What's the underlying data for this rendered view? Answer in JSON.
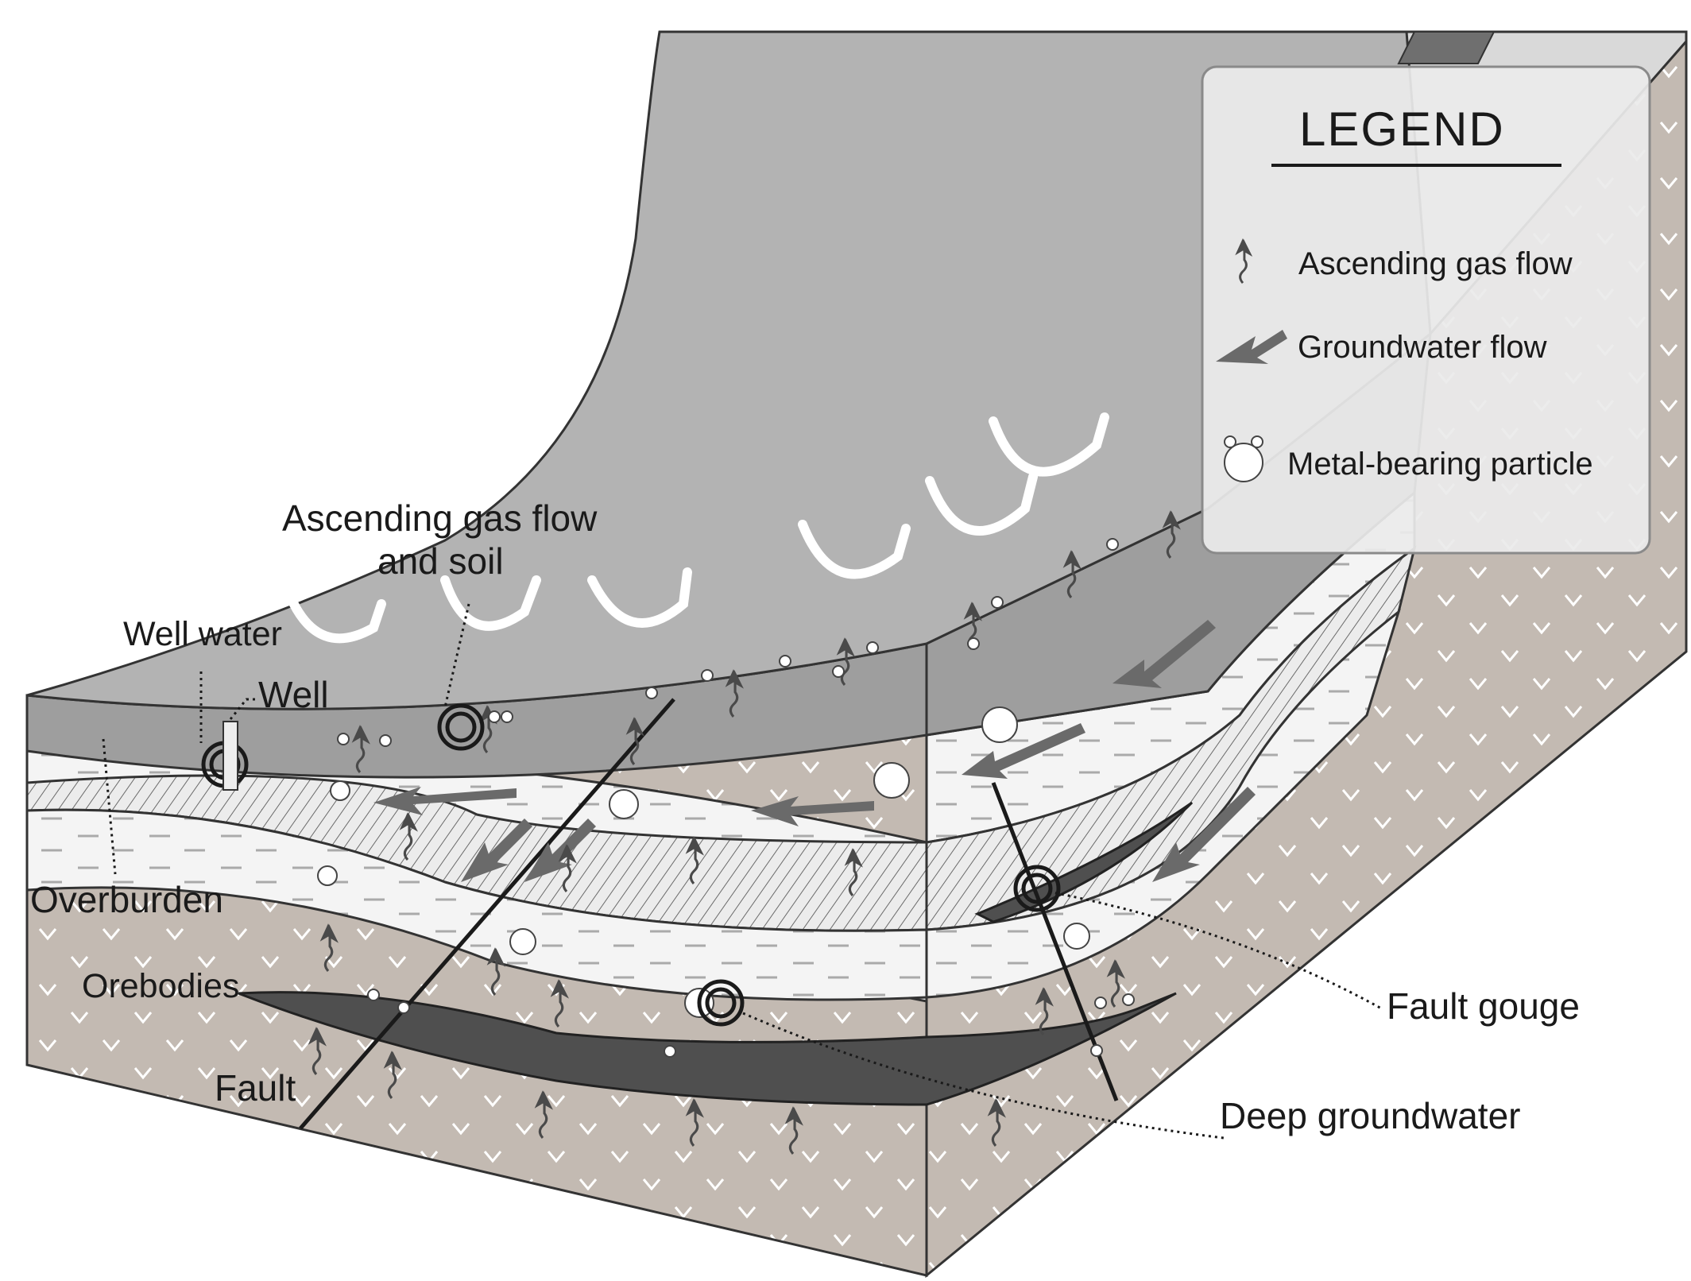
{
  "labels": {
    "gas_flow_soil_line1": "Ascending gas flow",
    "gas_flow_soil_line2": "and soil",
    "well_water": "Well water",
    "well": "Well",
    "overburden": "Overburden",
    "orebodies": "Orebodies",
    "fault": "Fault",
    "fault_gouge": "Fault gouge",
    "deep_groundwater": "Deep groundwater"
  },
  "legend": {
    "title": "LEGEND",
    "items": [
      {
        "icon": "ascending-gas-flow-icon",
        "label": "Ascending gas flow"
      },
      {
        "icon": "groundwater-flow-icon",
        "label": "Groundwater flow"
      },
      {
        "icon": "metal-bearing-particle-icon",
        "label": "Metal-bearing particle"
      }
    ]
  },
  "colors": {
    "surface": "#b2b2b2",
    "soil": "#9c9c9c",
    "overburden": "#f2f2f2",
    "hatched": "#e9e9e9",
    "bedrock": "#c1b8b0",
    "orebody": "#505050",
    "arrow": "#5c5c5c"
  }
}
